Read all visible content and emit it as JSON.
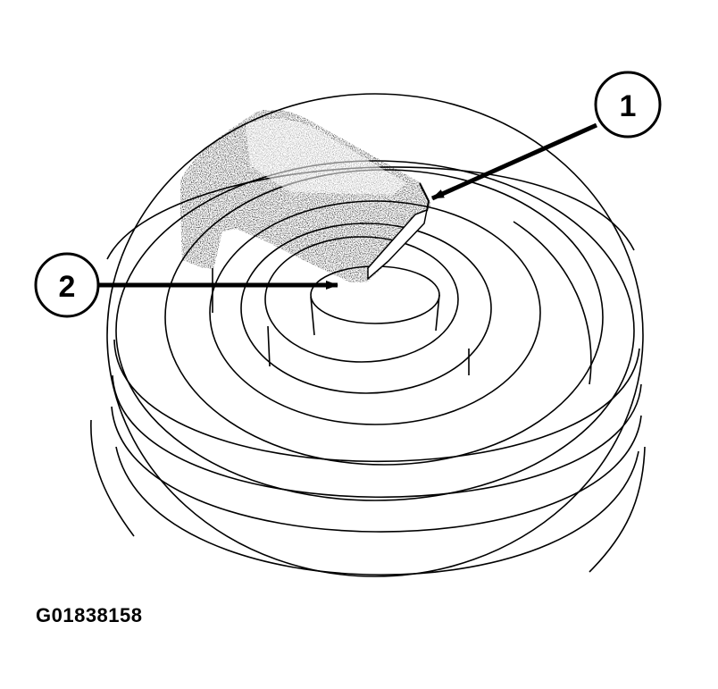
{
  "figure": {
    "code": "G01838158",
    "callouts": [
      {
        "number": "1"
      },
      {
        "number": "2"
      }
    ]
  },
  "colors": {
    "ink": "#000000",
    "paper": "#ffffff"
  }
}
